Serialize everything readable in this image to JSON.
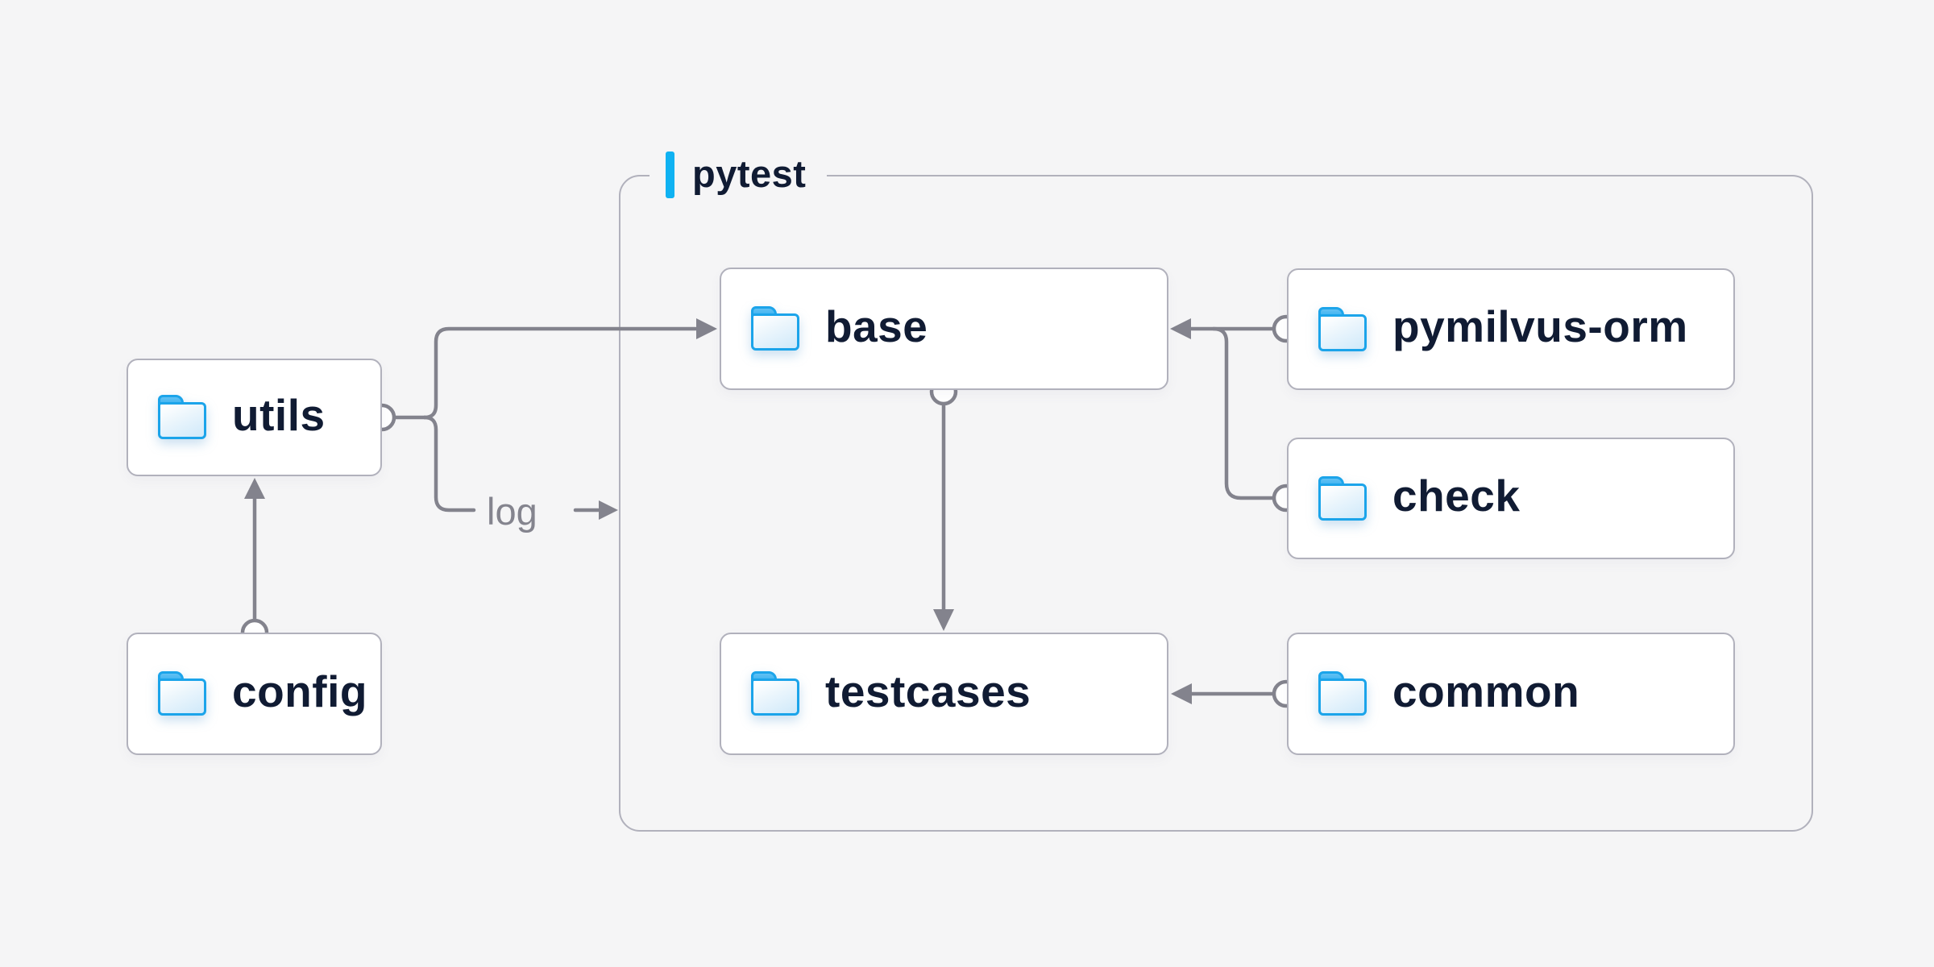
{
  "diagram": {
    "group": {
      "label": "pytest"
    },
    "nodes": {
      "utils": "utils",
      "config": "config",
      "base": "base",
      "testcases": "testcases",
      "pymilvus_orm": "pymilvus-orm",
      "check": "check",
      "common": "common"
    },
    "edge_labels": {
      "log": "log"
    },
    "colors": {
      "background": "#f5f5f6",
      "node_fill": "#ffffff",
      "node_border": "#b1b1bc",
      "group_border": "#b1b1bc",
      "connector": "#83838d",
      "node_text": "#101b33",
      "edge_label_text": "#84848e",
      "accent_blue": "#0fb2f2",
      "folder_border": "#1ba4ea"
    }
  }
}
